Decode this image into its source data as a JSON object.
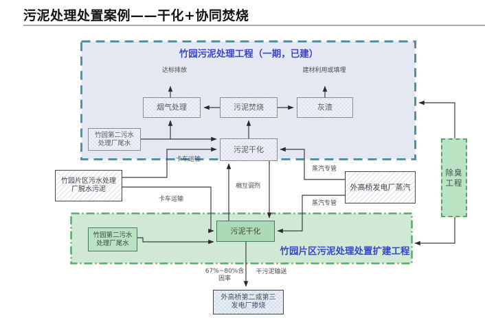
{
  "header": {
    "title": "污泥处理处置案例——干化+协同焚烧"
  },
  "phase1": {
    "title": "竹园污泥处理工程（一期，已建）",
    "label_discharge": "达标排放",
    "label_reuse": "建材利用或填埋",
    "box_flue_gas": "烟气处理",
    "box_incineration": "污泥焚烧",
    "box_ash": "灰渣",
    "box_drying": "污泥干化",
    "box_tailwater": "竹园第二污水\n处理厂尾水"
  },
  "phase2": {
    "title": "竹园片区污泥处理处置扩建工程",
    "box_tailwater": "竹园第二污水\n处理厂尾水",
    "box_drying": "污泥干化"
  },
  "external": {
    "box_dewatered_sludge": "竹园片区污水处理\n厂脱水污泥",
    "box_power_steam": "外高桥发电厂蒸汽",
    "box_deodorization": "除臭\n工程",
    "box_cofiring": "外高桥第二或第三\n发电厂掺烧"
  },
  "edge_labels": {
    "truck_transport_1": "卡车运输",
    "truck_transport_2": "卡车运输",
    "mutual_adjust": "相互调剂",
    "steam_pipe_1": "蒸汽专管",
    "steam_pipe_2": "蒸汽专管",
    "solid_content": "67%~80%含\n固率",
    "dry_sludge_transport": "干污泥输送"
  },
  "colors": {
    "phase1_fill": "#e4e8f3",
    "phase1_border": "#4b93b5",
    "phase2_fill": "#cfe9d5",
    "phase2_border": "#57a96b",
    "region_title_blue": "#3a46c8",
    "connector": "#3a3a3a"
  }
}
